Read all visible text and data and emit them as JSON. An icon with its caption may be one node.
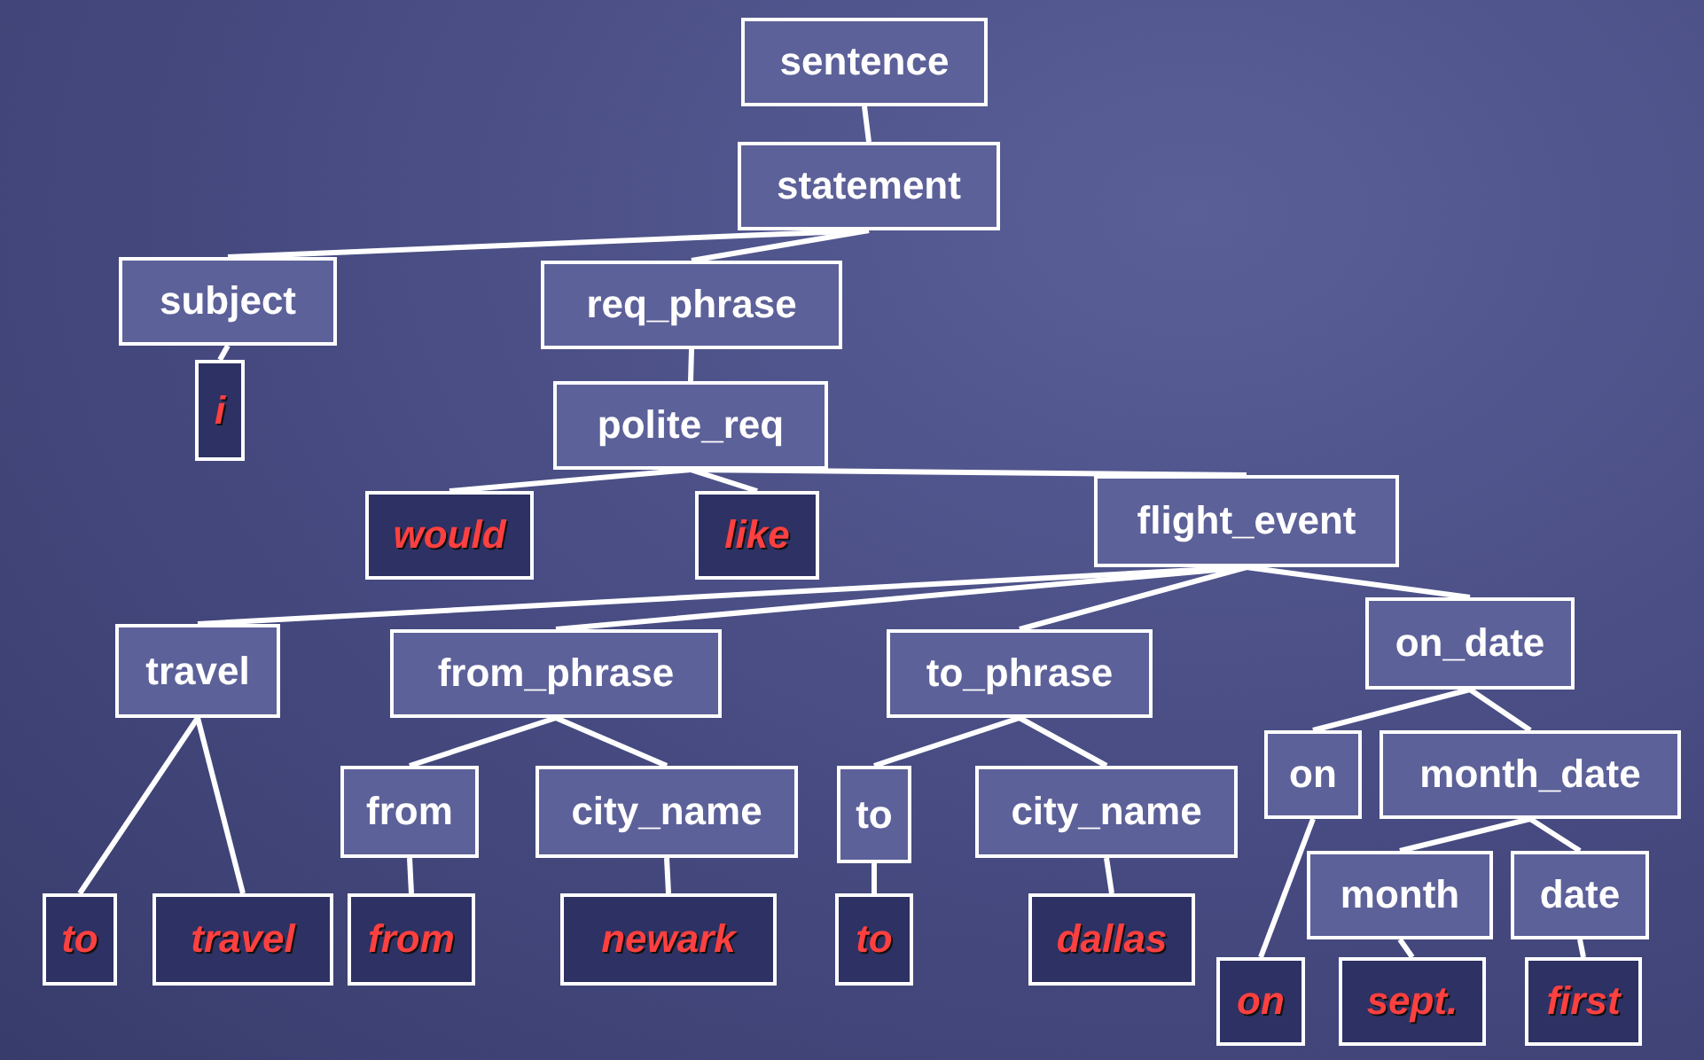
{
  "diagram": {
    "nodes": [
      {
        "text": [
          "sentence"
        ]
      },
      {
        "text": [
          "statement"
        ]
      },
      {
        "text": [
          "subject"
        ]
      },
      {
        "text": [
          "req_phrase"
        ]
      },
      {
        "text": [
          "i"
        ]
      },
      {
        "text": [
          "polite_req"
        ]
      },
      {
        "text": [
          "would"
        ]
      },
      {
        "text": [
          "like"
        ]
      },
      {
        "text": [
          "flight_event"
        ]
      },
      {
        "text": [
          "travel"
        ]
      },
      {
        "text": [
          "from_phrase"
        ]
      },
      {
        "text": [
          "to_phrase"
        ]
      },
      {
        "text": [
          "on_date"
        ]
      },
      {
        "text": [
          "on"
        ]
      },
      {
        "text": [
          "month_date"
        ]
      },
      {
        "text": [
          "from"
        ]
      },
      {
        "text": [
          "city_name"
        ]
      },
      {
        "text": [
          "to"
        ]
      },
      {
        "text": [
          "city_name"
        ]
      },
      {
        "text": [
          "to"
        ]
      },
      {
        "text": [
          "travel"
        ]
      },
      {
        "text": [
          "from"
        ]
      },
      {
        "text": [
          "newark"
        ]
      },
      {
        "text": [
          "to"
        ]
      },
      {
        "text": [
          "dallas"
        ]
      },
      {
        "text": [
          "month"
        ]
      },
      {
        "text": [
          "date"
        ]
      },
      {
        "text": [
          "on"
        ]
      },
      {
        "text": [
          "sept."
        ]
      },
      {
        "text": [
          "first"
        ]
      }
    ],
    "edges": [
      {
        "from": 0,
        "to": 1,
        "arrow": "none"
      },
      {
        "from": 1,
        "to": 2,
        "arrow": "none"
      },
      {
        "from": 1,
        "to": 3,
        "arrow": "none"
      },
      {
        "from": 2,
        "to": 4,
        "arrow": "none"
      },
      {
        "from": 3,
        "to": 5,
        "arrow": "none"
      },
      {
        "from": 5,
        "to": 6,
        "arrow": "none"
      },
      {
        "from": 5,
        "to": 7,
        "arrow": "none"
      },
      {
        "from": 5,
        "to": 8,
        "arrow": "none"
      },
      {
        "from": 8,
        "to": 9,
        "arrow": "none"
      },
      {
        "from": 8,
        "to": 10,
        "arrow": "none"
      },
      {
        "from": 8,
        "to": 11,
        "arrow": "none"
      },
      {
        "from": 8,
        "to": 12,
        "arrow": "none"
      },
      {
        "from": 9,
        "to": 19,
        "arrow": "none"
      },
      {
        "from": 9,
        "to": 20,
        "arrow": "none"
      },
      {
        "from": 10,
        "to": 15,
        "arrow": "none"
      },
      {
        "from": 10,
        "to": 16,
        "arrow": "none"
      },
      {
        "from": 15,
        "to": 21,
        "arrow": "none"
      },
      {
        "from": 16,
        "to": 22,
        "arrow": "none"
      },
      {
        "from": 11,
        "to": 17,
        "arrow": "none"
      },
      {
        "from": 11,
        "to": 18,
        "arrow": "none"
      },
      {
        "from": 17,
        "to": 23,
        "arrow": "none"
      },
      {
        "from": 18,
        "to": 24,
        "arrow": "none"
      },
      {
        "from": 12,
        "to": 13,
        "arrow": "none"
      },
      {
        "from": 12,
        "to": 14,
        "arrow": "none"
      },
      {
        "from": 13,
        "to": 27,
        "arrow": "none"
      },
      {
        "from": 14,
        "to": 25,
        "arrow": "none"
      },
      {
        "from": 14,
        "to": 26,
        "arrow": "none"
      },
      {
        "from": 25,
        "to": 28,
        "arrow": "none"
      },
      {
        "from": 26,
        "to": 29,
        "arrow": "none"
      }
    ]
  }
}
